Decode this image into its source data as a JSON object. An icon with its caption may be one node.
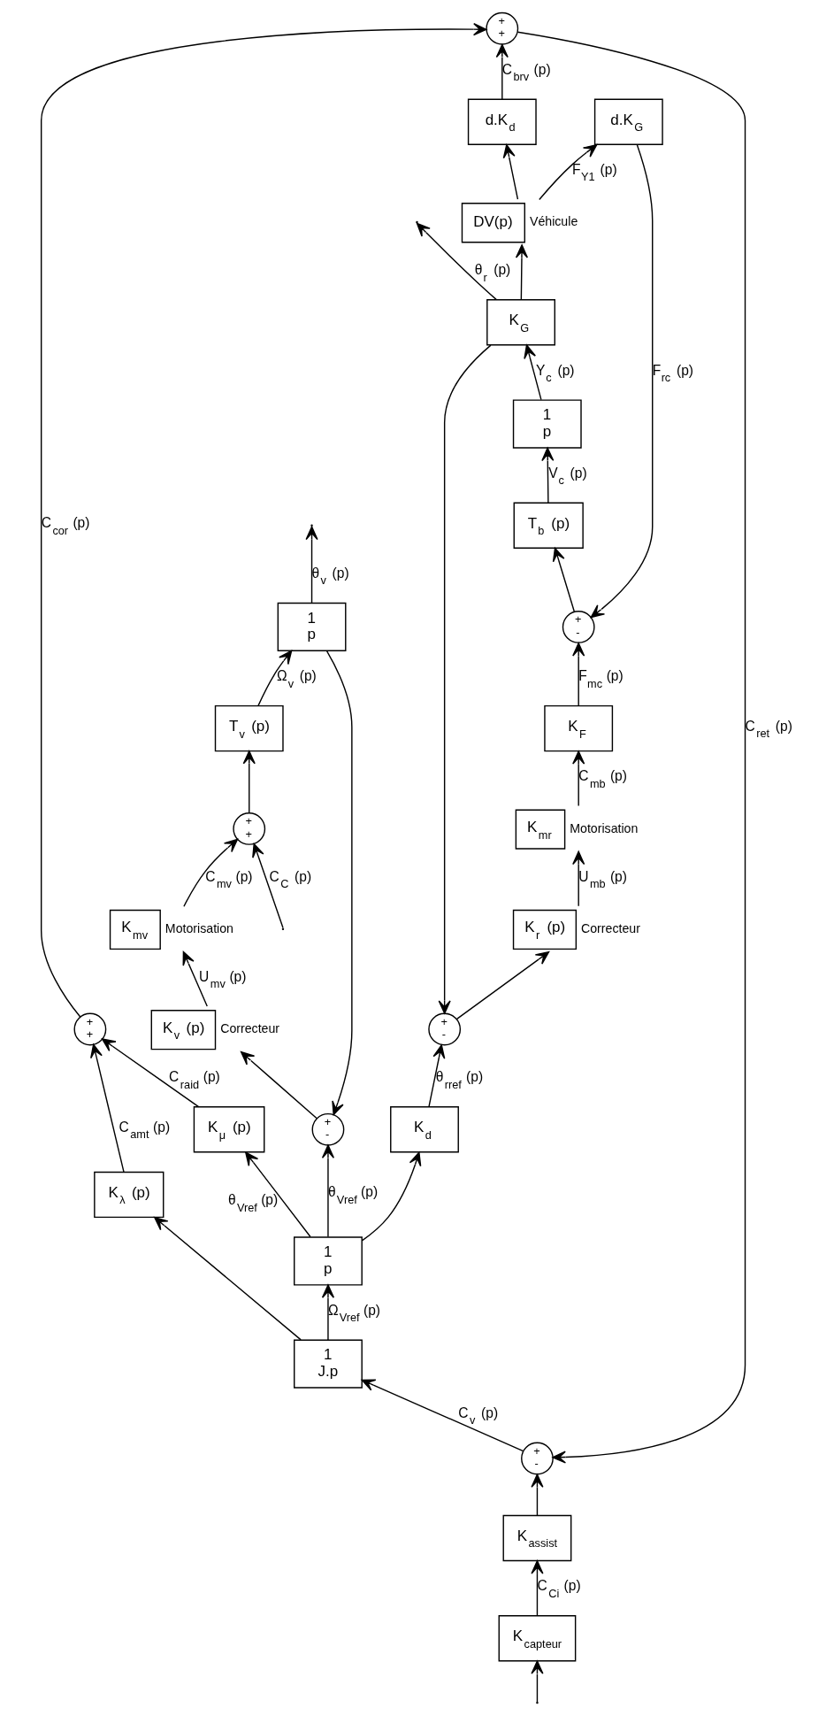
{
  "diagram": {
    "nodes": [
      {
        "text": [
          "K$_{assist}$"
        ]
      },
      {
        "text": [
          "+",
          "-"
        ]
      },
      {
        "text": [
          "1",
          "J.p"
        ]
      },
      {
        "text": [
          "1",
          "p"
        ]
      },
      {
        "text": [
          "K$_{d}$"
        ]
      },
      {
        "text": [
          "+",
          "-"
        ]
      },
      {
        "text": [
          "K$_{r}$ (p)"
        ],
        "beside": [
          "Correcteur"
        ]
      },
      {
        "text": [
          "K$_{mr}$"
        ],
        "beside": [
          "Motorisation"
        ]
      },
      {
        "text": [
          "K$_{F}$"
        ]
      },
      {
        "text": [
          "+",
          "-"
        ]
      },
      {
        "text": [
          "T$_{b}$ (p)"
        ]
      },
      {
        "text": [
          "1",
          "p"
        ]
      },
      {
        "text": [
          "K$_{G}$"
        ]
      },
      {
        "text": [
          "K$_{λ}$ (p)"
        ]
      },
      {
        "text": [
          "K$_{μ}$ (p)"
        ]
      },
      {
        "text": [
          "+",
          "+"
        ]
      },
      {
        "text": [
          "+",
          "+"
        ]
      },
      {
        "text": [
          "d.K$_{G}$"
        ]
      },
      {
        "text": [
          "d.K$_{d}$"
        ]
      },
      {
        "text": [
          "DV(p)"
        ],
        "beside": [
          "Véhicule"
        ]
      },
      {
        "text": [
          "+",
          "-"
        ]
      },
      {
        "text": [
          "K$_{v}$ (p)"
        ],
        "beside": [
          "Correcteur"
        ]
      },
      {
        "text": [
          "K$_{mv}$"
        ],
        "beside": [
          "Motorisation"
        ]
      },
      {
        "text": [
          "+",
          "+"
        ]
      },
      {
        "text": [
          "T$_{v}$ (p)"
        ]
      },
      {
        "text": [
          "1",
          "p"
        ]
      },
      {
        "text": [
          "K$_{capteur}$"
        ]
      }
    ],
    "edges": [
      {
        "from": 26,
        "to": 0,
        "arrow": "to",
        "label": "C$_{Ci}$ (p)"
      },
      {
        "from": 0,
        "to": 1,
        "arrow": "to"
      },
      {
        "from": 1,
        "to": 2,
        "arrow": "to",
        "label": "C$_{v}$ (p)"
      },
      {
        "from": 2,
        "to": 3,
        "arrow": "to",
        "label": "Ω$_{Vref}$ (p)"
      },
      {
        "from": 2,
        "to": 13,
        "arrow": "to"
      },
      {
        "from": 3,
        "to": 4,
        "arrow": "to"
      },
      {
        "from": 3,
        "to": 14,
        "arrow": "to",
        "label": "θ$_{Vref}$ (p)"
      },
      {
        "from": 3,
        "to": 20,
        "arrow": "to",
        "label": "θ$_{Vref}$ (p)"
      },
      {
        "from": 4,
        "to": 5,
        "arrow": "to",
        "label": "θ$_{rref}$ (p)"
      },
      {
        "from": 5,
        "to": 6,
        "arrow": "to"
      },
      {
        "from": 6,
        "to": 7,
        "arrow": "to",
        "label": "U$_{mb}$ (p)"
      },
      {
        "from": 7,
        "to": 8,
        "arrow": "to",
        "label": "C$_{mb}$ (p)"
      },
      {
        "from": 8,
        "to": 9,
        "arrow": "to",
        "label": "F$_{mc}$ (p)"
      },
      {
        "from": 9,
        "to": 10,
        "arrow": "to"
      },
      {
        "from": 10,
        "to": 11,
        "arrow": "to",
        "label": "V$_{c}$ (p)"
      },
      {
        "from": 11,
        "to": 12,
        "arrow": "to",
        "label": "Y$_{c}$ (p)"
      },
      {
        "from": 12,
        "to": null,
        "arrow": "to",
        "label": "θ$_{r}$ (p)"
      },
      {
        "from": 12,
        "to": 5,
        "arrow": "to"
      },
      {
        "from": 12,
        "to": 19,
        "arrow": "to"
      },
      {
        "from": 19,
        "to": 17,
        "arrow": "to",
        "label": "F$_{Y1}$ (p)"
      },
      {
        "from": 19,
        "to": 18,
        "arrow": "to"
      },
      {
        "from": 17,
        "to": 9,
        "arrow": "to",
        "label": "F$_{rc}$ (p)"
      },
      {
        "from": 18,
        "to": 16,
        "arrow": "to",
        "label": "C$_{brv}$ (p)"
      },
      {
        "from": 13,
        "to": 15,
        "arrow": "to",
        "label": "C$_{amt}$ (p)"
      },
      {
        "from": 14,
        "to": 15,
        "arrow": "to",
        "label": "C$_{raid}$ (p)"
      },
      {
        "from": 15,
        "to": 16,
        "arrow": "to",
        "label": "C$_{cor}$ (p)"
      },
      {
        "from": 16,
        "to": 1,
        "arrow": "to",
        "label": "C$_{ret}$ (p)"
      },
      {
        "from": 20,
        "to": 21,
        "arrow": "to"
      },
      {
        "from": 21,
        "to": 22,
        "arrow": "to",
        "label": "U$_{mv}$ (p)"
      },
      {
        "from": 22,
        "to": 23,
        "arrow": "to",
        "label": "C$_{mv}$ (p)"
      },
      {
        "from": 23,
        "to": 24,
        "arrow": "to"
      },
      {
        "from": 24,
        "to": 25,
        "arrow": "to",
        "label": "Ω$_{v}$ (p)"
      },
      {
        "from": 25,
        "to": null,
        "arrow": "to",
        "label": "θ$_{v}$ (p)"
      },
      {
        "from": 25,
        "to": 20,
        "arrow": "to"
      },
      {
        "from": null,
        "to": 23,
        "arrow": "to",
        "label": "C$_{C}$ (p)"
      },
      {
        "from": null,
        "to": 26,
        "arrow": "to"
      }
    ]
  }
}
